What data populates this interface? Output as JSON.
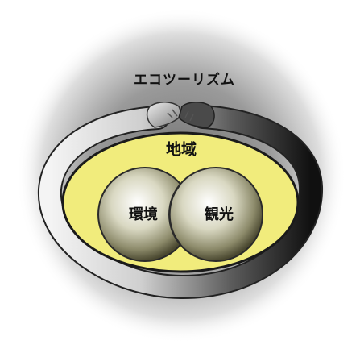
{
  "diagram": {
    "outer_label": "エコツーリズム",
    "region_label": "地域",
    "left_sphere_label": "環境",
    "right_sphere_label": "観光"
  },
  "colors": {
    "region_fill": "#f1ec7c",
    "ring_dark": "#141414",
    "ring_light": "#f2f2f2",
    "halo": "#8c8c8c",
    "sphere_center": "#ffffff",
    "sphere_edge": "#5c5a40"
  },
  "icons": {
    "clasped_hands": "clasped-hands-icon"
  }
}
